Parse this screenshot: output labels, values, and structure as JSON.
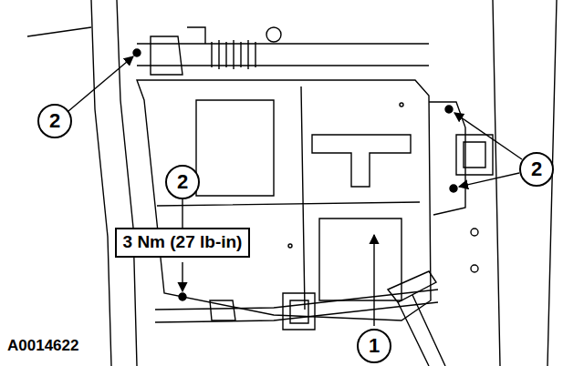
{
  "diagram": {
    "nodes": [
      {
        "text": [
          "2"
        ]
      },
      {
        "text": [
          "2"
        ]
      },
      {
        "text": [
          "2"
        ]
      },
      {
        "text": [
          "3 Nm (27 lb-in)"
        ]
      },
      {
        "text": [
          "1"
        ]
      }
    ],
    "edges": [
      {
        "from": 2,
        "to": 3,
        "arrow": "none"
      }
    ],
    "labels": [
      "A0014622"
    ]
  }
}
